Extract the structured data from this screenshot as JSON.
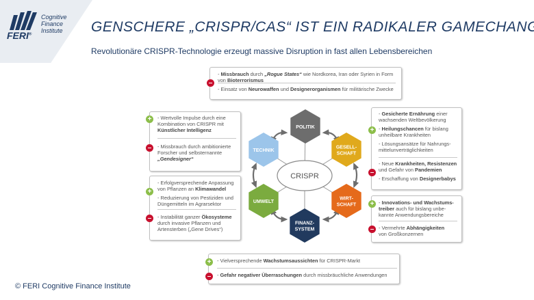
{
  "logo": {
    "brand": "FERI",
    "reg": "®",
    "sub_lines": [
      "Cognitive",
      "Finance",
      "Institute"
    ]
  },
  "title": "GENSCHERE „CRISPR/CAS“ IST EIN RADIKALER GAMECHANGER",
  "subtitle": "Revolutionäre CRISPR-Technologie  erzeugt massive Disruption in fast allen Lebensbereichen",
  "diagram": {
    "center": "CRISPR",
    "nodes": [
      {
        "id": "politik",
        "label": [
          "POLITIK"
        ],
        "color": "#6d6d6d"
      },
      {
        "id": "gesellschaft",
        "label": [
          "GESELL-",
          "SCHAFT"
        ],
        "color": "#e0a91c"
      },
      {
        "id": "wirtschaft",
        "label": [
          "WIRT-",
          "SCHAFT"
        ],
        "color": "#e56a1b"
      },
      {
        "id": "finanzsystem",
        "label": [
          "FINANZ-",
          "SYSTEM"
        ],
        "color": "#213a5e"
      },
      {
        "id": "umwelt",
        "label": [
          "UMWELT"
        ],
        "color": "#7bab3f"
      },
      {
        "id": "technik",
        "label": [
          "TECHNIK"
        ],
        "color": "#9cc5ea"
      }
    ]
  },
  "boxes": {
    "top": {
      "items": [
        {
          "sign": "minus",
          "runs": [
            [
              "b",
              "Missbrauch"
            ],
            [
              "t",
              " durch "
            ],
            [
              "bi",
              "„Rogue States“"
            ],
            [
              "t",
              " wie Nordkorea, Iran oder Syrien in Form"
            ],
            [
              "br"
            ],
            [
              "t",
              "von "
            ],
            [
              "b",
              "Bioterrorismus"
            ]
          ]
        },
        {
          "sign": "minus",
          "runs": [
            [
              "t",
              "Einsatz von "
            ],
            [
              "b",
              "Neurowaffen"
            ],
            [
              "t",
              " und "
            ],
            [
              "b",
              "Designerorganismen"
            ],
            [
              "t",
              " für militärische Zwecke"
            ]
          ]
        }
      ]
    },
    "left_top": {
      "items": [
        {
          "sign": "plus",
          "runs": [
            [
              "t",
              "Wertvolle Impulse durch eine"
            ],
            [
              "br"
            ],
            [
              "t",
              "Kombination von CRISPR mit"
            ],
            [
              "br"
            ],
            [
              "b",
              "Künstlicher Intelligenz"
            ]
          ]
        },
        {
          "sign": "minus",
          "runs": [
            [
              "t",
              "Missbrauch durch ambitionierte"
            ],
            [
              "br"
            ],
            [
              "t",
              "Forscher und selbsternannte"
            ],
            [
              "br"
            ],
            [
              "bi",
              "„Gendesigner“"
            ]
          ]
        }
      ]
    },
    "left_bottom": {
      "items": [
        {
          "sign": "plus",
          "runs": [
            [
              "t",
              "Erfolgversprechende Anpassung"
            ],
            [
              "br"
            ],
            [
              "t",
              "von Pflanzen an "
            ],
            [
              "b",
              "Klimawandel"
            ]
          ]
        },
        {
          "sign": "plus",
          "runs": [
            [
              "t",
              "Reduzierung von Pestiziden und"
            ],
            [
              "br"
            ],
            [
              "t",
              "Düngemitteln im Agrarsektor"
            ]
          ]
        },
        {
          "sign": "minus",
          "runs": [
            [
              "t",
              "Instabilität ganzer "
            ],
            [
              "b",
              "Ökosysteme"
            ],
            [
              "br"
            ],
            [
              "t",
              "durch invasive Pflanzen und"
            ],
            [
              "br"
            ],
            [
              "t",
              "Artensterben („Gene Drives“)"
            ]
          ]
        }
      ]
    },
    "right_top": {
      "items": [
        {
          "sign": "plus",
          "runs": [
            [
              "b",
              "Gesicherte Ernährung"
            ],
            [
              "t",
              " einer"
            ],
            [
              "br"
            ],
            [
              "t",
              "wachsenden Weltbevölkerung"
            ]
          ]
        },
        {
          "sign": "plus",
          "runs": [
            [
              "b",
              "Heilungschancen"
            ],
            [
              "t",
              " für bislang"
            ],
            [
              "br"
            ],
            [
              "t",
              "unheilbare Krankheiten"
            ]
          ]
        },
        {
          "sign": "plus",
          "runs": [
            [
              "t",
              "Lösungsansätze für Nahrungs-"
            ],
            [
              "br"
            ],
            [
              "t",
              "mittelunverträglichkeiten"
            ]
          ]
        },
        {
          "sign": "minus",
          "runs": [
            [
              "t",
              "Neue "
            ],
            [
              "b",
              "Krankheiten, Resistenzen"
            ],
            [
              "br"
            ],
            [
              "t",
              "und Gefahr von "
            ],
            [
              "b",
              "Pandemien"
            ]
          ]
        },
        {
          "sign": "minus",
          "runs": [
            [
              "t",
              "Erschaffung von "
            ],
            [
              "b",
              "Designerbabys"
            ]
          ]
        }
      ]
    },
    "right_bottom": {
      "items": [
        {
          "sign": "plus",
          "runs": [
            [
              "b",
              "Innovations- und Wachstums-"
            ],
            [
              "br"
            ],
            [
              "b",
              "treiber"
            ],
            [
              "t",
              " auch für bislang unbe-"
            ],
            [
              "br"
            ],
            [
              "t",
              "kannte Anwendungsbereiche"
            ]
          ]
        },
        {
          "sign": "minus",
          "runs": [
            [
              "t",
              "Vermehrte "
            ],
            [
              "b",
              "Abhängigkeiten"
            ],
            [
              "br"
            ],
            [
              "t",
              "von Großkonzernen"
            ]
          ]
        }
      ]
    },
    "bottom": {
      "items": [
        {
          "sign": "plus",
          "runs": [
            [
              "t",
              "Vielversprechende "
            ],
            [
              "b",
              "Wachstumsaussichten"
            ],
            [
              "t",
              " für CRISPR-Markt"
            ]
          ]
        },
        {
          "sign": "minus",
          "runs": [
            [
              "b",
              "Gefahr negativer Überraschungen"
            ],
            [
              "t",
              " durch missbräuchliche Anwendungen"
            ]
          ]
        }
      ]
    }
  },
  "sign_glyphs": {
    "plus": "+",
    "minus": "–"
  },
  "footer": "© FERI Cognitive Finance Institute"
}
